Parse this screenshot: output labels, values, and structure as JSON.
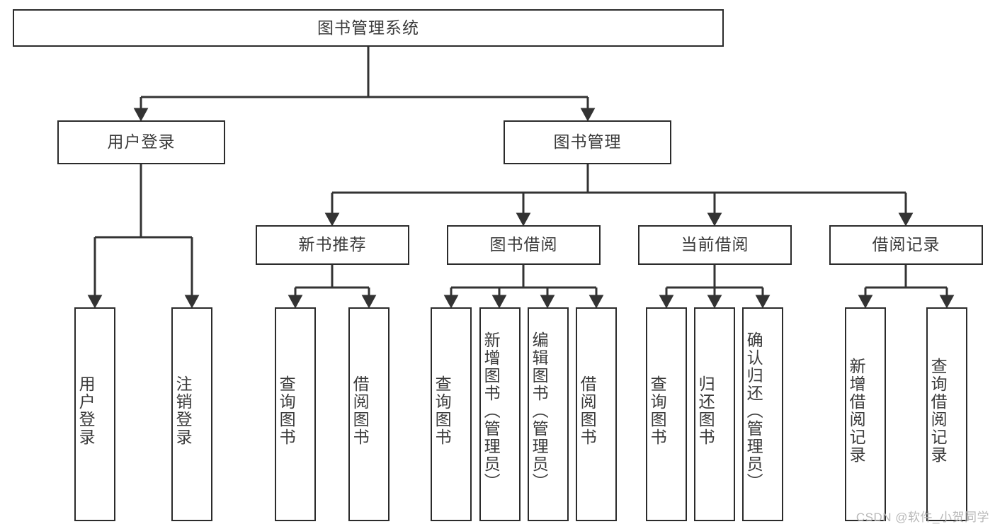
{
  "diagram": {
    "title": "图书管理系统",
    "type": "tree-hierarchy-chart",
    "colors": {
      "box_border": "#2b2b2b",
      "box_fill": "#ffffff",
      "text": "#3b3b3b",
      "edge": "#333333",
      "watermark": "#b8b8b8",
      "background": "#ffffff"
    },
    "root": {
      "label": "图书管理系统"
    },
    "level1": [
      {
        "label": "用户登录"
      },
      {
        "label": "图书管理"
      }
    ],
    "level2": [
      {
        "label": "新书推荐"
      },
      {
        "label": "图书借阅"
      },
      {
        "label": "当前借阅"
      },
      {
        "label": "借阅记录"
      }
    ],
    "leaves": {
      "user_login": [
        {
          "label": "用户登录"
        },
        {
          "label": "注销登录"
        }
      ],
      "new_book_recommend": [
        {
          "label": "查询图书"
        },
        {
          "label": "借阅图书"
        }
      ],
      "book_borrow": [
        {
          "label": "查询图书"
        },
        {
          "label": "新增图书（管理员）"
        },
        {
          "label": "编辑图书（管理员）"
        },
        {
          "label": "借阅图书"
        }
      ],
      "current_borrow": [
        {
          "label": "查询图书"
        },
        {
          "label": "归还图书"
        },
        {
          "label": "确认归还（管理员）"
        }
      ],
      "borrow_record": [
        {
          "label": "新增借阅记录"
        },
        {
          "label": "查询借阅记录"
        }
      ]
    }
  },
  "watermark": {
    "text": "CSDN @软件_小贺同学"
  }
}
